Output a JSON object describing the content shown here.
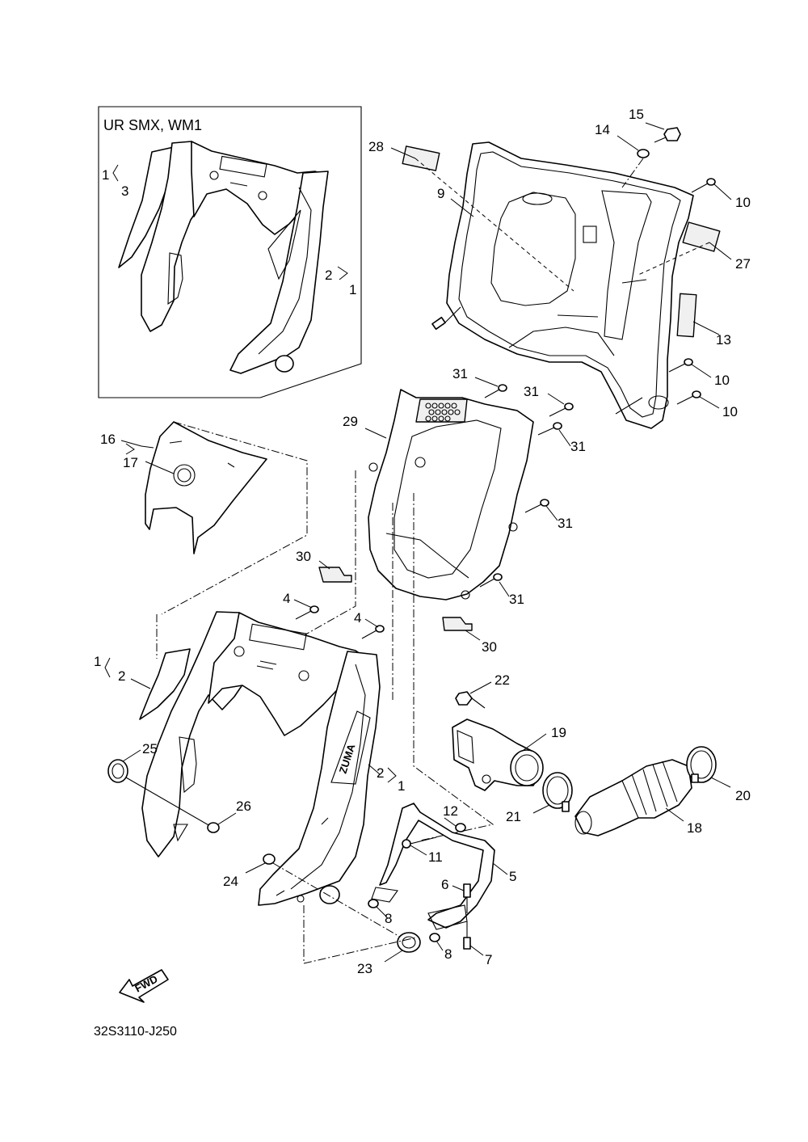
{
  "diagram": {
    "inset_title": "UR SMX, WM1",
    "diagram_code": "32S3110-J250",
    "fwd_label": "FWD",
    "callouts": {
      "c1a": "1",
      "c3": "3",
      "c2a": "2",
      "c1b": "1",
      "c28": "28",
      "c15": "15",
      "c14": "14",
      "c9": "9",
      "c10a": "10",
      "c27": "27",
      "c13": "13",
      "c10b": "10",
      "c10c": "10",
      "c16": "16",
      "c17": "17",
      "c31a": "31",
      "c31b": "31",
      "c31c": "31",
      "c31d": "31",
      "c31e": "31",
      "c29": "29",
      "c30a": "30",
      "c30b": "30",
      "c4a": "4",
      "c4b": "4",
      "c1c": "1",
      "c2b": "2",
      "c22": "22",
      "c19": "19",
      "c20": "20",
      "c21": "21",
      "c18": "18",
      "c25": "25",
      "c26": "26",
      "c2c": "2",
      "c1d": "1",
      "c12": "12",
      "c11": "11",
      "c5": "5",
      "c24": "24",
      "c6": "6",
      "c8a": "8",
      "c8b": "8",
      "c7": "7",
      "c23": "23"
    }
  }
}
